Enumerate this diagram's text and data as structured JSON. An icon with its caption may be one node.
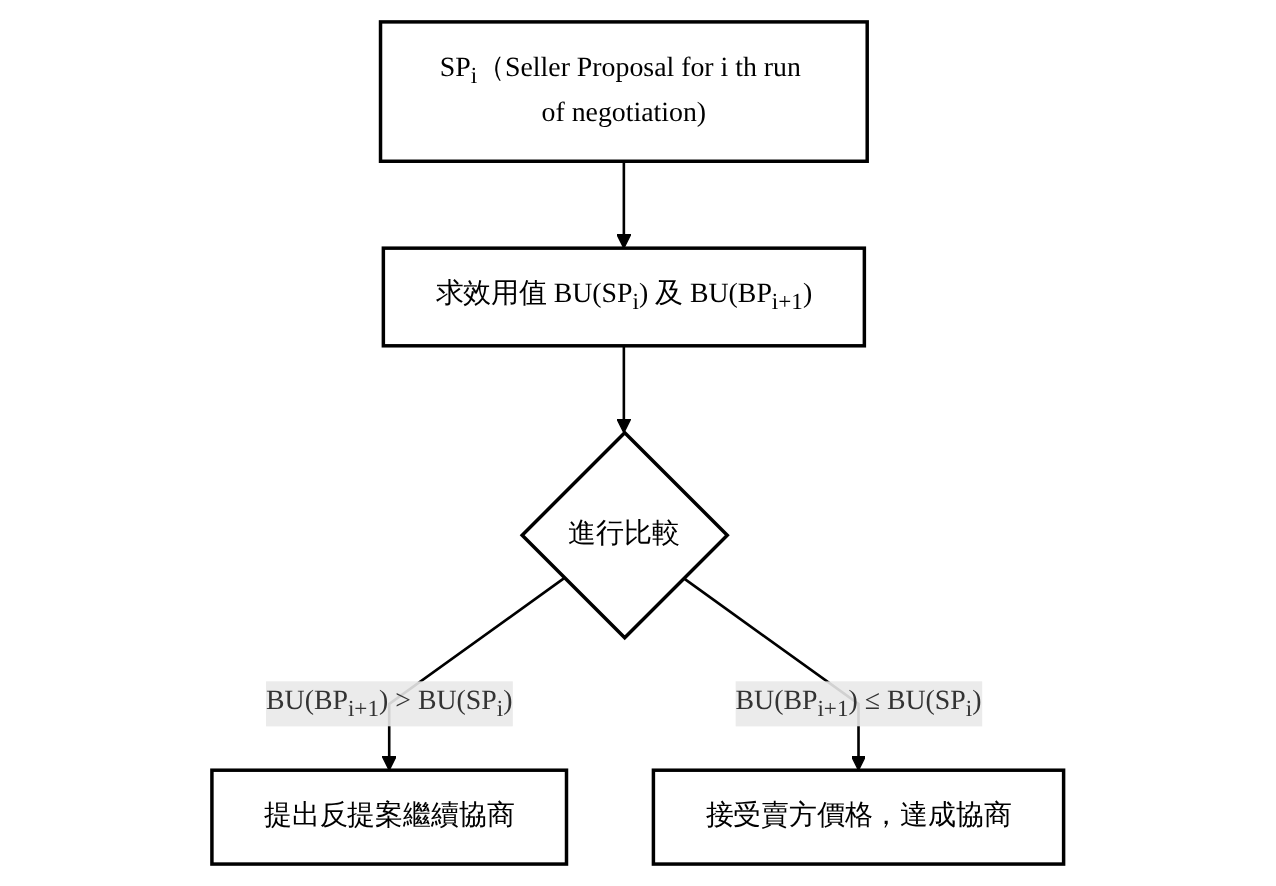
{
  "diagram": {
    "nodes": [
      {
        "text": [
          "SP$_{i}$（Seller Proposal for i th run of negotiation)"
        ]
      },
      {
        "text": [
          "求效用值 BU(SP$_{i}$) 及 BU(BP$_{i+1}$)"
        ]
      },
      {
        "text": [
          "進行比較"
        ]
      },
      {
        "text": [
          "提出反提案繼續協商"
        ]
      },
      {
        "text": [
          "接受賣方價格，達成協商"
        ]
      }
    ],
    "edges": [
      {
        "from": 0,
        "to": 1,
        "arrow": "to"
      },
      {
        "from": 1,
        "to": 2,
        "arrow": "to"
      },
      {
        "from": 2,
        "to": 3,
        "arrow": "to",
        "label": "BU(BP$_{i+1}$) > BU(SP$_{i}$)"
      },
      {
        "from": 2,
        "to": 4,
        "arrow": "to",
        "label": "BU(BP$_{i+1}$) ≤ BU(SP$_{i}$)"
      }
    ]
  }
}
